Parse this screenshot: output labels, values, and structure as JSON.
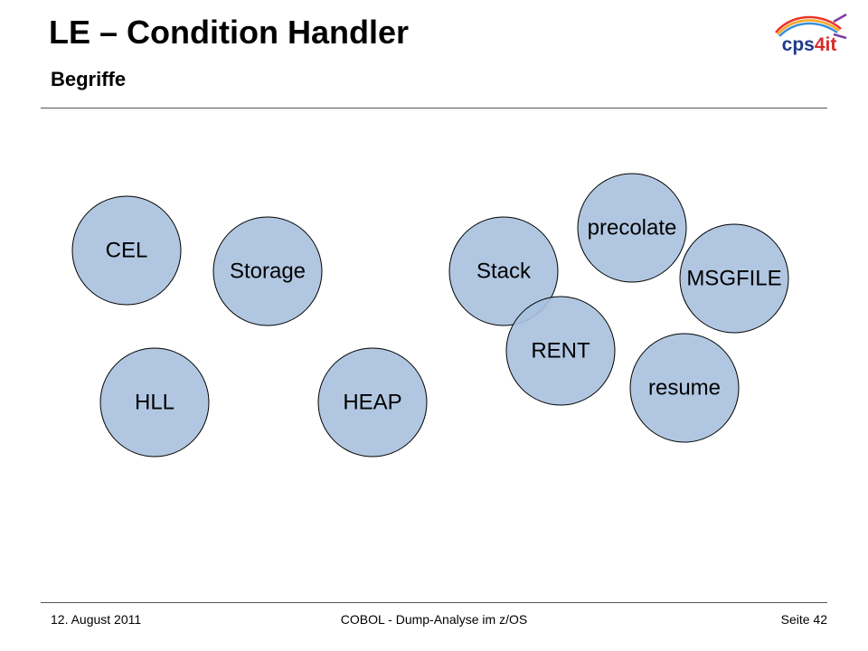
{
  "slide": {
    "title": "LE – Condition Handler",
    "subtitle": "Begriffe"
  },
  "logo": {
    "text_main": "cps",
    "text_accent": "4it",
    "colors": {
      "text": "#1f3a8a",
      "accent": "#d62b2b",
      "swoosh_1": "#e8342a",
      "swoosh_2": "#f5a623",
      "swoosh_3": "#3b8fd9",
      "swoosh_4": "#7b3fa0"
    }
  },
  "diagram": {
    "node_color": "#a9c1de",
    "nodes": [
      {
        "id": "cel",
        "label": "CEL"
      },
      {
        "id": "storage",
        "label": "Storage"
      },
      {
        "id": "stack",
        "label": "Stack"
      },
      {
        "id": "precolate",
        "label": "precolate"
      },
      {
        "id": "msgfile",
        "label": "MSGFILE"
      },
      {
        "id": "rent",
        "label": "RENT"
      },
      {
        "id": "resume",
        "label": "resume"
      },
      {
        "id": "hll",
        "label": "HLL"
      },
      {
        "id": "heap",
        "label": "HEAP"
      }
    ]
  },
  "footer": {
    "date": "12. August 2011",
    "course": "COBOL - Dump-Analyse im z/OS",
    "page": "Seite 42"
  }
}
